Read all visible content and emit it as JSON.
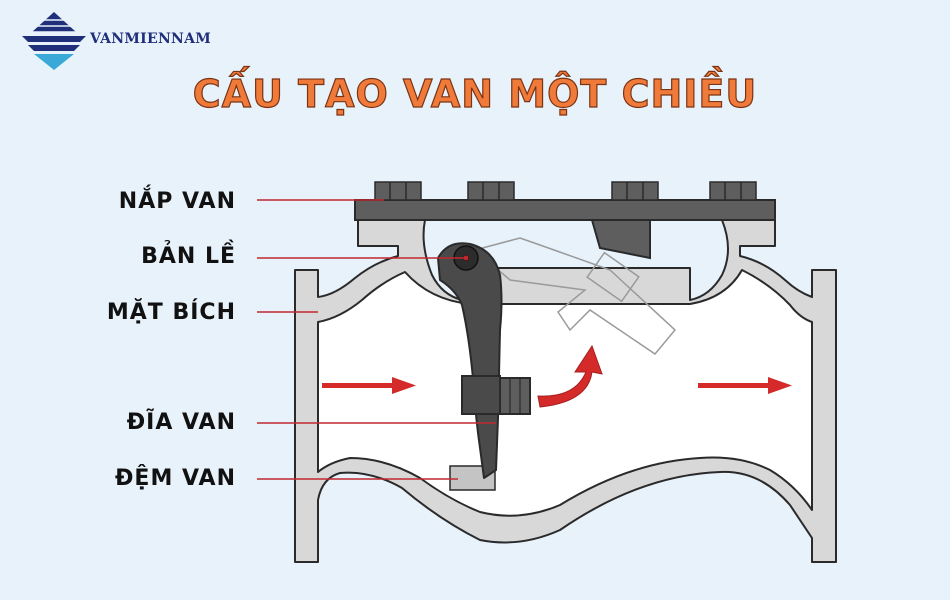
{
  "brand": {
    "name": "VANMIENNAM"
  },
  "title": "CẤU TẠO VAN MỘT CHIỀU",
  "labels": {
    "nap_van": "NẮP VAN",
    "ban_le": "BẢN LỀ",
    "mat_bich": "MẶT BÍCH",
    "dia_van": "ĐĨA VAN",
    "dem_van": "ĐỆM VAN"
  },
  "colors": {
    "background": "#e8f2fb",
    "title": "#f07a3a",
    "leader_line": "#c0282e",
    "flow_arrow": "#d52a2a",
    "body_fill": "#d8d8d8",
    "cover_fill": "#5e5e5e",
    "brand_text": "#1f2f7a"
  }
}
